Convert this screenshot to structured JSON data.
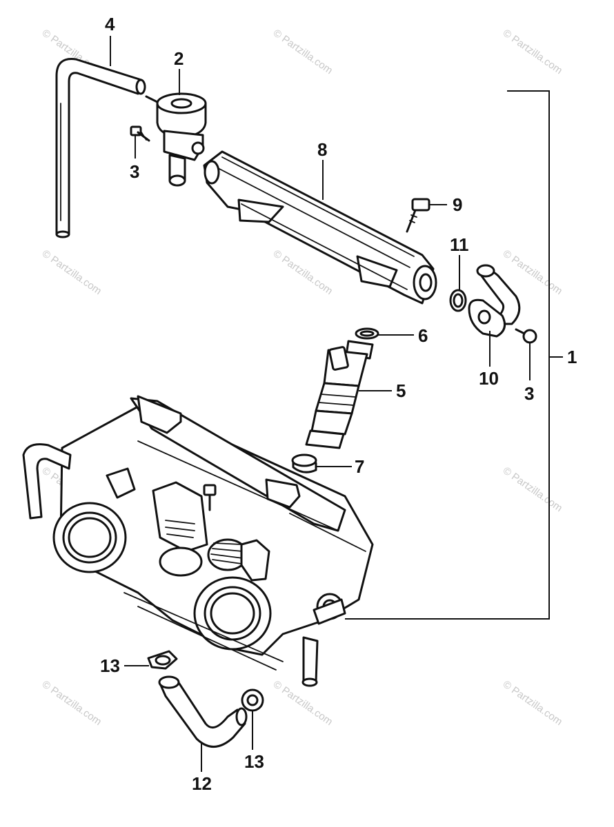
{
  "diagram": {
    "callouts": {
      "c1": "1",
      "c2": "2",
      "c3a": "3",
      "c3b": "3",
      "c4": "4",
      "c5": "5",
      "c6": "6",
      "c7": "7",
      "c8": "8",
      "c9": "9",
      "c10": "10",
      "c11": "11",
      "c12": "12",
      "c13a": "13",
      "c13b": "13"
    },
    "watermark": "© Partzilla.com"
  }
}
